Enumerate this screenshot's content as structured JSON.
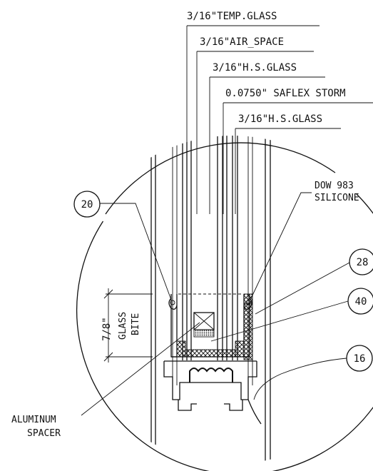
{
  "callouts": {
    "temp_glass": "3/16\"TEMP.GLASS",
    "air_space": "3/16\"AIR_SPACE",
    "hs_glass_1": "3/16\"H.S.GLASS",
    "saflex": "0.0750\" SAFLEX STORM",
    "hs_glass_2": "3/16\"H.S.GLASS",
    "dow_1": "DOW 983",
    "dow_2": "SILICONE",
    "spacer_1": "ALUMINUM",
    "spacer_2": "SPACER"
  },
  "bite": {
    "dimension": "7/8\"",
    "word_1": "GLASS",
    "word_2": "BITE"
  },
  "balloons": {
    "b20": "20",
    "b28": "28",
    "b40": "40",
    "b16": "16"
  }
}
